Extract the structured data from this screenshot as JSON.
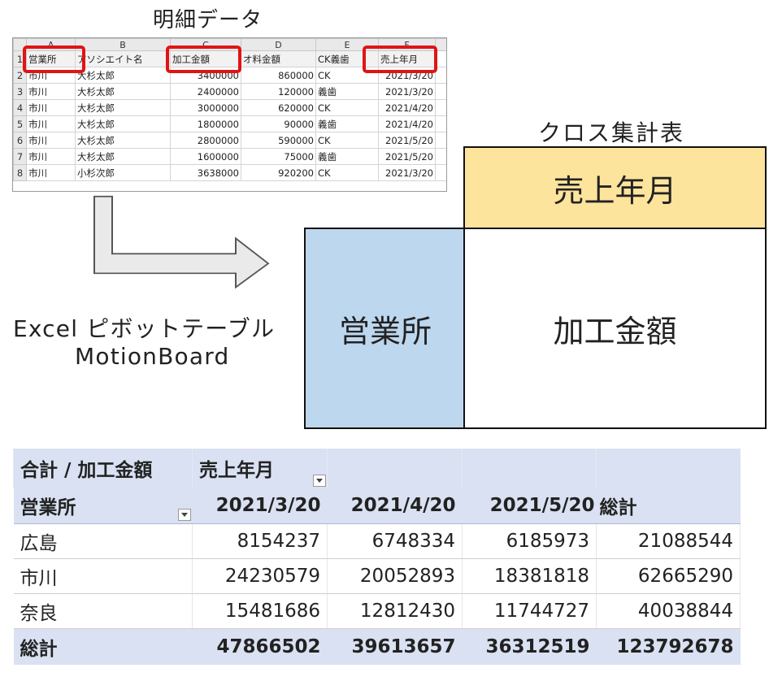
{
  "detail": {
    "title": "明細データ",
    "col_letters": [
      "A",
      "B",
      "C",
      "D",
      "E",
      "F"
    ],
    "headers": [
      "営業所",
      "アソシエイト名",
      "加工金額",
      "オ料金額",
      "CK義歯",
      "売上年月"
    ],
    "rows": [
      {
        "n": "2",
        "c": [
          "市川",
          "大杉太郎",
          "3400000",
          "860000",
          "CK",
          "2021/3/20"
        ]
      },
      {
        "n": "3",
        "c": [
          "市川",
          "大杉太郎",
          "2400000",
          "120000",
          "義歯",
          "2021/3/20"
        ]
      },
      {
        "n": "4",
        "c": [
          "市川",
          "大杉太郎",
          "3000000",
          "620000",
          "CK",
          "2021/4/20"
        ]
      },
      {
        "n": "5",
        "c": [
          "市川",
          "大杉太郎",
          "1800000",
          "90000",
          "義歯",
          "2021/4/20"
        ]
      },
      {
        "n": "6",
        "c": [
          "市川",
          "大杉太郎",
          "2800000",
          "590000",
          "CK",
          "2021/5/20"
        ]
      },
      {
        "n": "7",
        "c": [
          "市川",
          "大杉太郎",
          "1600000",
          "75000",
          "義歯",
          "2021/5/20"
        ]
      },
      {
        "n": "8",
        "c": [
          "市川",
          "小杉次郎",
          "3638000",
          "920200",
          "CK",
          "2021/3/20"
        ]
      }
    ]
  },
  "captions": {
    "line1": "Excel ピボットテーブル",
    "line2": "MotionBoard"
  },
  "cross": {
    "title": "クロス集計表",
    "column_field": "売上年月",
    "row_field": "営業所",
    "value_field": "加工金額"
  },
  "pivot": {
    "header_label": "合計 / 加工金額",
    "column_field": "売上年月",
    "row_field": "営業所",
    "columns": [
      "2021/3/20",
      "2021/4/20",
      "2021/5/20",
      "総計"
    ],
    "rows": [
      {
        "label": "広島",
        "values": [
          "8154237",
          "6748334",
          "6185973",
          "21088544"
        ]
      },
      {
        "label": "市川",
        "values": [
          "24230579",
          "20052893",
          "18381818",
          "62665290"
        ]
      },
      {
        "label": "奈良",
        "values": [
          "15481686",
          "12812430",
          "11744727",
          "40038844"
        ]
      }
    ],
    "total": {
      "label": "総計",
      "values": [
        "47866502",
        "39613657",
        "36312519",
        "123792678"
      ]
    }
  },
  "colors": {
    "highlight_red": "#e01414",
    "year_box": "#fde49c",
    "sales_box": "#bdd7ee",
    "pivot_header": "#d9e1f2"
  }
}
